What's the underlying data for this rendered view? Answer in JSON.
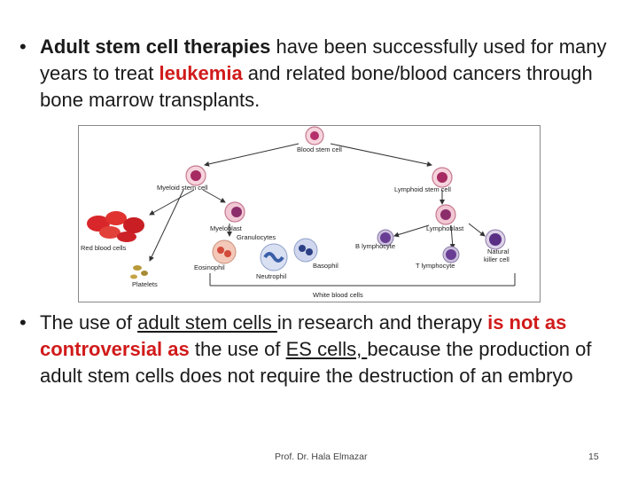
{
  "bullets": [
    {
      "marker": "•",
      "runs": [
        {
          "text": "Adult stem cell therapies",
          "style": "bold"
        },
        {
          "text": " have been successfully used for many years to treat ",
          "style": "normal"
        },
        {
          "text": "leukemia",
          "style": "bold-red"
        },
        {
          "text": " and related bone/blood cancers through bone marrow transplants.",
          "style": "normal"
        }
      ]
    },
    {
      "marker": "•",
      "runs": [
        {
          "text": "The use of ",
          "style": "normal"
        },
        {
          "text": "adult stem cells ",
          "style": "underline"
        },
        {
          "text": "in research and therapy ",
          "style": "normal"
        },
        {
          "text": "is not as controversial as",
          "style": "bold-red"
        },
        {
          "text": " the use of ",
          "style": "normal"
        },
        {
          "text": "ES cells, ",
          "style": "underline"
        },
        {
          "text": "because the production of adult stem cells does not require the destruction of an embryo",
          "style": "normal"
        }
      ]
    }
  ],
  "figure": {
    "labels": {
      "blood_stem_cell": "Blood stem cell",
      "myeloid_stem_cell": "Myeloid stem cell",
      "lymphoid_stem_cell": "Lymphoid stem cell",
      "myeloblast": "Myeloblast",
      "lymphoblast": "Lymphoblast",
      "granulocytes": "Granulocytes",
      "red_blood_cells": "Red blood cells",
      "b_lymphocyte": "B lymphocyte",
      "natural_killer_cell_1": "Natural",
      "natural_killer_cell_2": "killer cell",
      "eosinophil": "Eosinophil",
      "basophil": "Basophil",
      "neutrophil": "Neutrophil",
      "t_lymphocyte": "T lymphocyte",
      "platelets": "Platelets",
      "white_blood_cells": "White blood cells"
    },
    "colors": {
      "stem_cell": "#e8a0b4",
      "red_cell": "#d8262a",
      "purple_cell": "#7a3f9a",
      "blue_cell": "#3a5fa8",
      "arrow": "#333333"
    }
  },
  "footer": {
    "author": "Prof. Dr. Hala Elmazar",
    "page": "15"
  }
}
